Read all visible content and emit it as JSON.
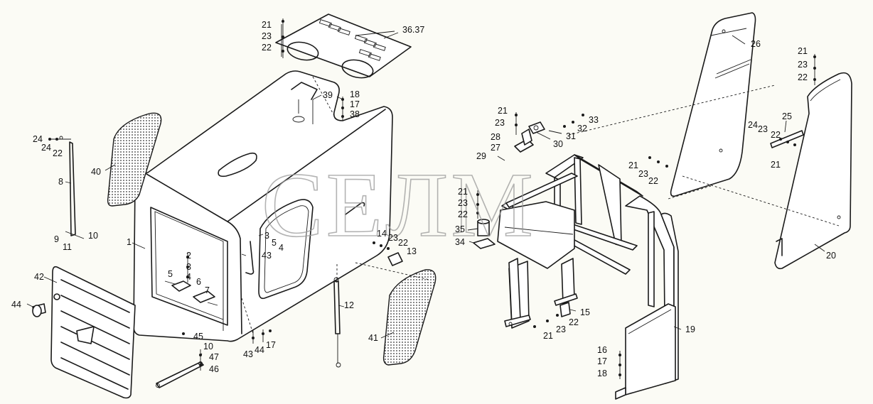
{
  "watermark": "CEЛМ",
  "callouts": [
    {
      "id": "c-36-37",
      "text": "36.37"
    },
    {
      "id": "c-21a",
      "text": "21"
    },
    {
      "id": "c-23a",
      "text": "23"
    },
    {
      "id": "c-22a",
      "text": "22"
    },
    {
      "id": "c-39",
      "text": "39"
    },
    {
      "id": "c-18a",
      "text": "18"
    },
    {
      "id": "c-17a",
      "text": "17"
    },
    {
      "id": "c-38",
      "text": "38"
    },
    {
      "id": "c-40",
      "text": "40"
    },
    {
      "id": "c-24a",
      "text": "24"
    },
    {
      "id": "c-24b",
      "text": "24"
    },
    {
      "id": "c-22b",
      "text": "22"
    },
    {
      "id": "c-8",
      "text": "8"
    },
    {
      "id": "c-9",
      "text": "9"
    },
    {
      "id": "c-10a",
      "text": "10"
    },
    {
      "id": "c-11",
      "text": "11"
    },
    {
      "id": "c-1",
      "text": "1"
    },
    {
      "id": "c-2",
      "text": "2"
    },
    {
      "id": "c-3a",
      "text": "3"
    },
    {
      "id": "c-4a",
      "text": "4"
    },
    {
      "id": "c-5a",
      "text": "5"
    },
    {
      "id": "c-6",
      "text": "6"
    },
    {
      "id": "c-7",
      "text": "7"
    },
    {
      "id": "c-3b",
      "text": "3"
    },
    {
      "id": "c-5b",
      "text": "5"
    },
    {
      "id": "c-4b",
      "text": "4"
    },
    {
      "id": "c-43a",
      "text": "43"
    },
    {
      "id": "c-42",
      "text": "42"
    },
    {
      "id": "c-44a",
      "text": "44"
    },
    {
      "id": "c-45",
      "text": "45"
    },
    {
      "id": "c-10b",
      "text": "10"
    },
    {
      "id": "c-47",
      "text": "47"
    },
    {
      "id": "c-46",
      "text": "46"
    },
    {
      "id": "c-43b",
      "text": "43"
    },
    {
      "id": "c-44b",
      "text": "44"
    },
    {
      "id": "c-17b",
      "text": "17"
    },
    {
      "id": "c-14",
      "text": "14"
    },
    {
      "id": "c-23b",
      "text": "23"
    },
    {
      "id": "c-22c",
      "text": "22"
    },
    {
      "id": "c-13",
      "text": "13"
    },
    {
      "id": "c-12",
      "text": "12"
    },
    {
      "id": "c-41",
      "text": "41"
    },
    {
      "id": "c-21b",
      "text": "21"
    },
    {
      "id": "c-23c",
      "text": "23"
    },
    {
      "id": "c-28",
      "text": "28"
    },
    {
      "id": "c-27",
      "text": "27"
    },
    {
      "id": "c-29",
      "text": "29"
    },
    {
      "id": "c-30",
      "text": "30"
    },
    {
      "id": "c-31",
      "text": "31"
    },
    {
      "id": "c-32",
      "text": "32"
    },
    {
      "id": "c-33",
      "text": "33"
    },
    {
      "id": "c-21c",
      "text": "21"
    },
    {
      "id": "c-23d",
      "text": "23"
    },
    {
      "id": "c-22d",
      "text": "22"
    },
    {
      "id": "c-35",
      "text": "35"
    },
    {
      "id": "c-34",
      "text": "34"
    },
    {
      "id": "c-26",
      "text": "26"
    },
    {
      "id": "c-21d",
      "text": "21"
    },
    {
      "id": "c-23e",
      "text": "23"
    },
    {
      "id": "c-22e",
      "text": "22"
    },
    {
      "id": "c-21e",
      "text": "21"
    },
    {
      "id": "c-23f",
      "text": "23"
    },
    {
      "id": "c-22f",
      "text": "22"
    },
    {
      "id": "c-24c",
      "text": "24"
    },
    {
      "id": "c-23g",
      "text": "23"
    },
    {
      "id": "c-22g",
      "text": "22"
    },
    {
      "id": "c-25",
      "text": "25"
    },
    {
      "id": "c-21f",
      "text": "21"
    },
    {
      "id": "c-20",
      "text": "20"
    },
    {
      "id": "c-19",
      "text": "19"
    },
    {
      "id": "c-15",
      "text": "15"
    },
    {
      "id": "c-22h",
      "text": "22"
    },
    {
      "id": "c-23h",
      "text": "23"
    },
    {
      "id": "c-21g",
      "text": "21"
    },
    {
      "id": "c-16",
      "text": "16"
    },
    {
      "id": "c-17c",
      "text": "17"
    },
    {
      "id": "c-18b",
      "text": "18"
    }
  ]
}
